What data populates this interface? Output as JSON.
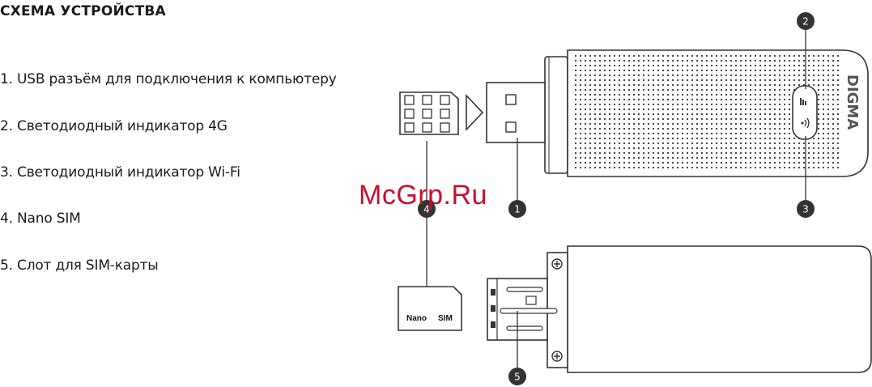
{
  "title": "СХЕМА УСТРОЙСТВА",
  "legend": [
    "1. USB разъём для подключения к компьютеру",
    "2. Светодиодный индикатор 4G",
    "3. Светодиодный индикатор Wi-Fi",
    "4. Nano SIM",
    "5. Слот для SIM-карты"
  ],
  "callouts": [
    "1",
    "2",
    "3",
    "4",
    "5"
  ],
  "sim_card_label_left": "Nano",
  "sim_card_label_right": "SIM",
  "brand": "DIGMA",
  "watermark": "McGrp.Ru",
  "colors": {
    "callout_fill": "#333333",
    "watermark": "#c8102e",
    "line": "#333333"
  }
}
